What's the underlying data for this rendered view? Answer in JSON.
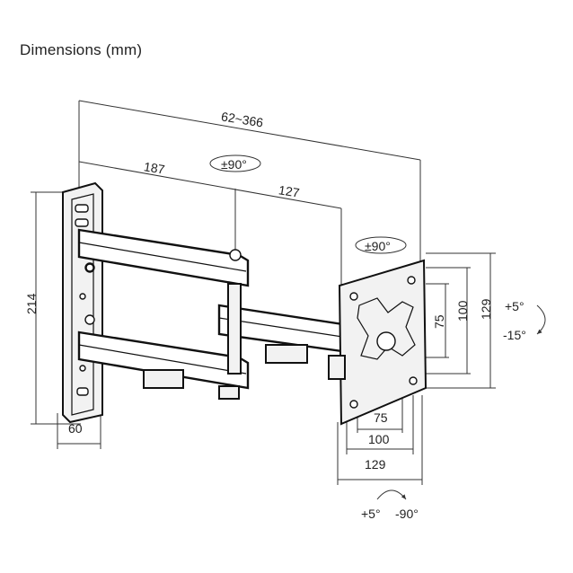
{
  "title": "Dimensions (mm)",
  "dimensions": {
    "reach": "62~366",
    "arm1": "187",
    "arm2": "127",
    "height": "214",
    "wall_width": "60",
    "vesa_h_75": "75",
    "vesa_h_100": "100",
    "vesa_h_129": "129",
    "vesa_v_75": "75",
    "vesa_v_100": "100",
    "vesa_v_129": "129"
  },
  "rotations": {
    "arm_swivel": "±90°",
    "head_swivel": "±90°",
    "tilt_up": "+5°",
    "tilt_down": "-15°",
    "rotate_pos": "+5°",
    "rotate_neg": "-90°"
  }
}
